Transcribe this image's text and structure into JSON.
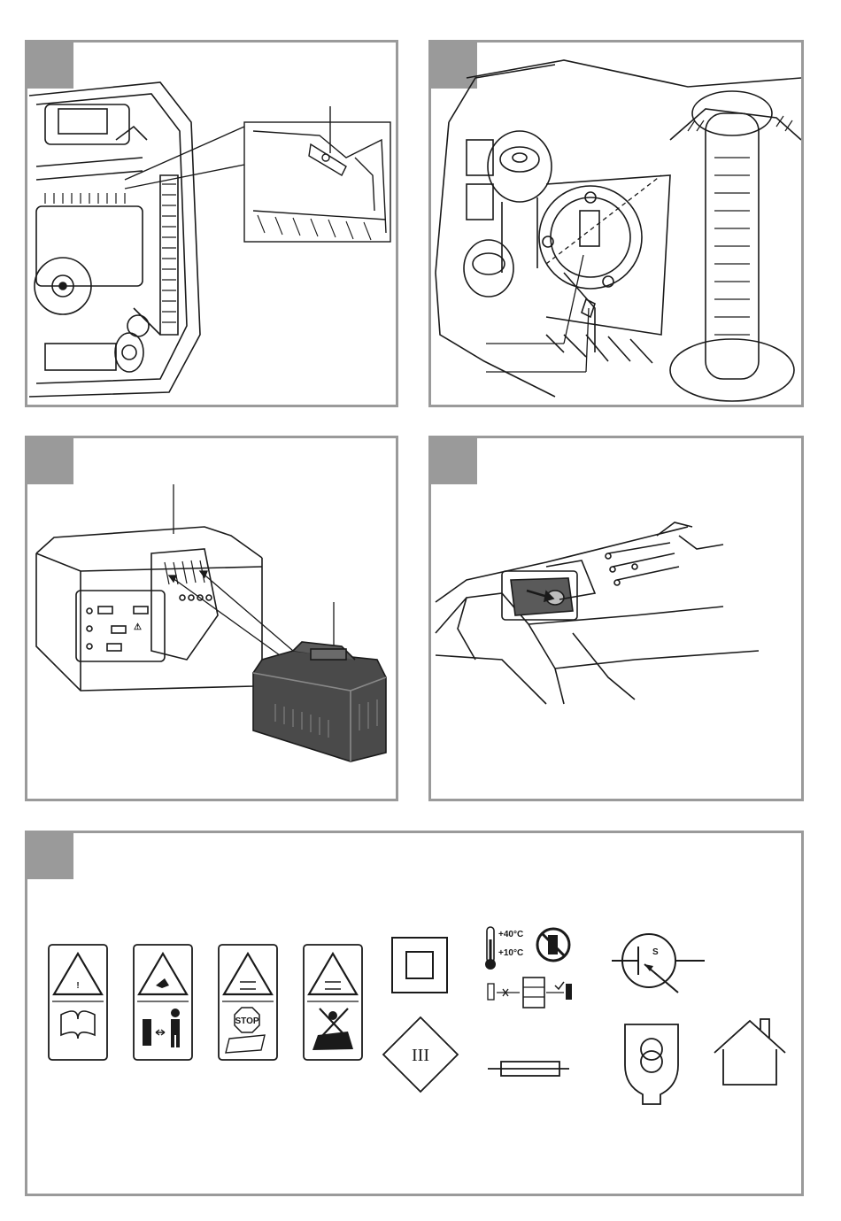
{
  "page": {
    "panel_tabs": [
      "",
      "",
      "",
      "",
      ""
    ]
  },
  "symbols": {
    "temp_high": "+40°C",
    "temp_low": "+10°C",
    "stop_sign": "STOP",
    "class3_numeral": "III",
    "transistor_letter": "S"
  },
  "colors": {
    "frame": "#9a9a9a",
    "line": "#1a1a1a",
    "battery_body": "#4a4a4a"
  }
}
